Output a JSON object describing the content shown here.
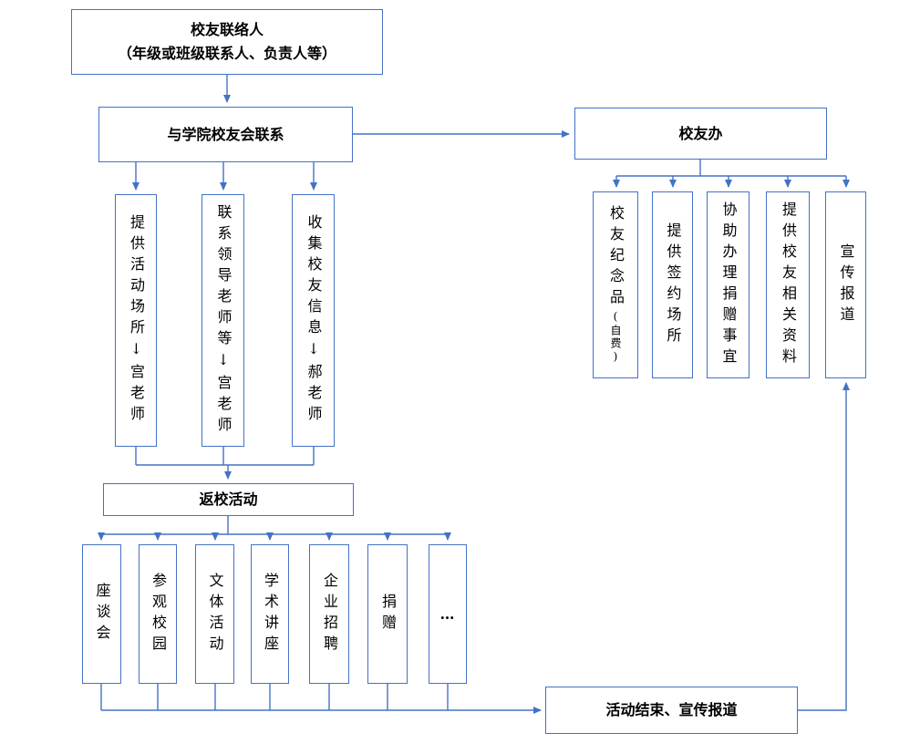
{
  "colors": {
    "line": "#4472C4",
    "border": "#4472C4",
    "text": "#000000",
    "background": "#FFFFFF"
  },
  "nodes": {
    "contact_person": {
      "line1": "校友联络人",
      "line2": "（年级或班级联系人、负责人等）"
    },
    "college_association": "与学院校友会联系",
    "alumni_office": "校友办",
    "return_activity": "返校活动",
    "end_summary": "活动结束、宣传报道"
  },
  "left_tasks": [
    "提供活动场所↓宫老师",
    "联系领导老师等↓宫老师",
    "收集校友信息↓郝老师"
  ],
  "activities": [
    "座谈会",
    "参观校园",
    "文体活动",
    "学术讲座",
    "企业招聘",
    "捐赠",
    "…"
  ],
  "office_tasks": [
    {
      "main": "校友纪念品",
      "sub": "(自费)"
    },
    {
      "main": "提供签约场所",
      "sub": ""
    },
    {
      "main": "协助办理捐赠事宜",
      "sub": ""
    },
    {
      "main": "提供校友相关资料",
      "sub": ""
    },
    {
      "main": "宣传报道",
      "sub": ""
    }
  ]
}
